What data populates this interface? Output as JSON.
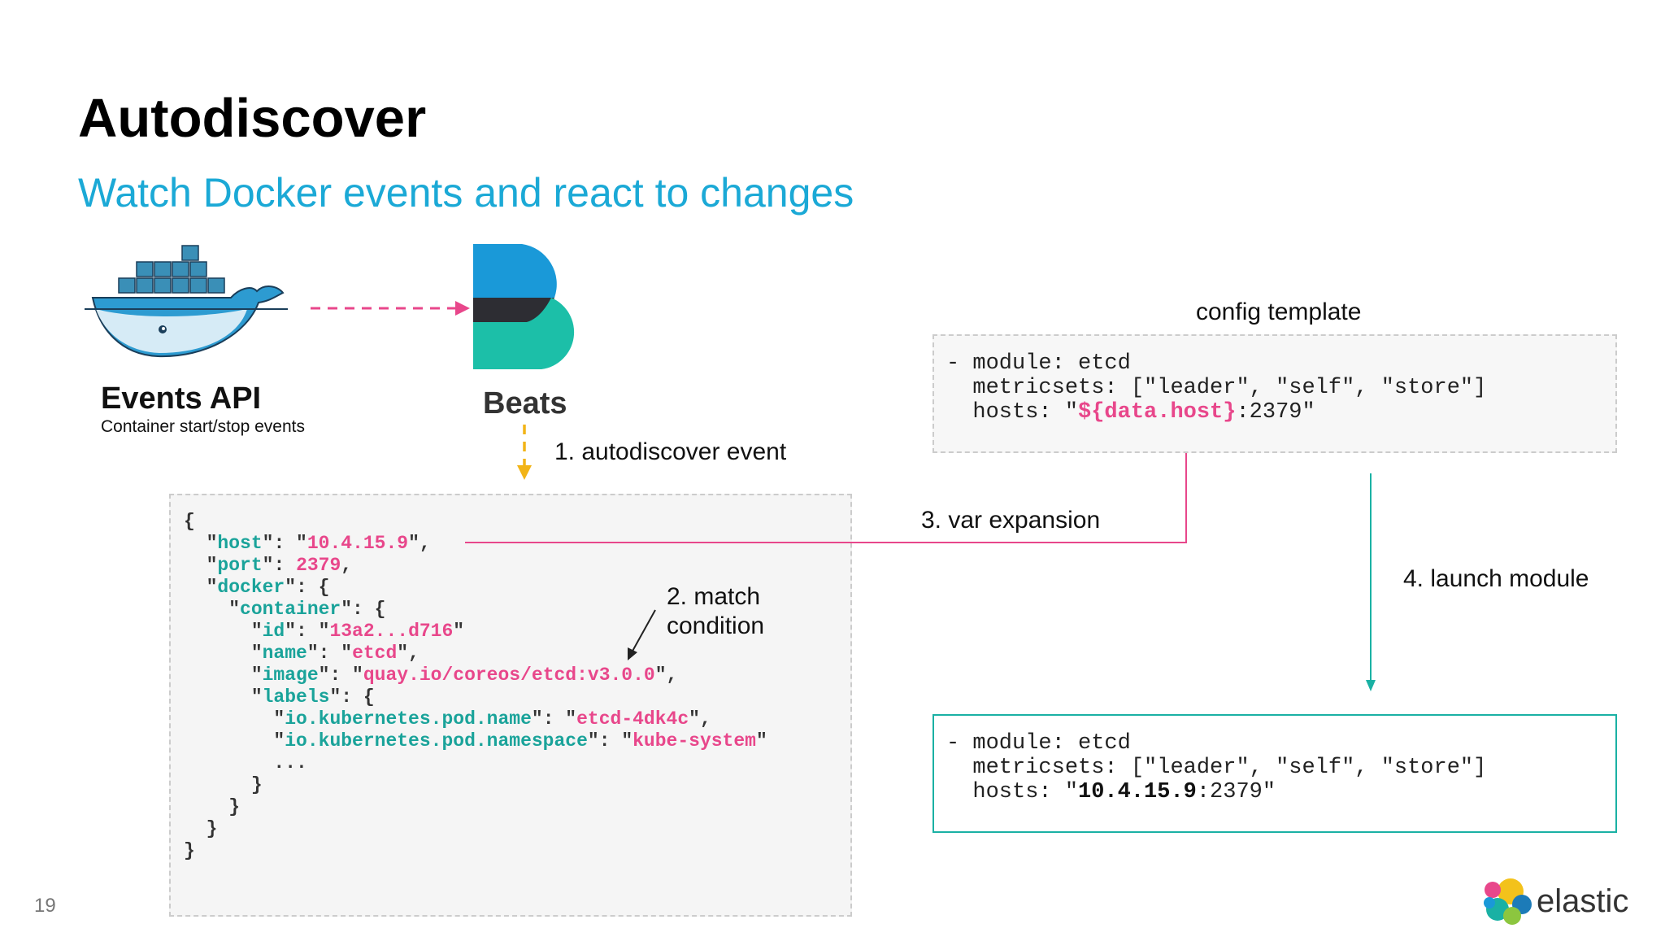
{
  "slide": {
    "title": "Autodiscover",
    "subtitle": "Watch Docker events and react to changes",
    "page_number": "19",
    "brand": "elastic"
  },
  "events_api": {
    "title": "Events API",
    "subtitle": "Container start/stop events",
    "icon": "docker-whale-icon"
  },
  "beats": {
    "title": "Beats",
    "icon": "beats-logo-icon"
  },
  "steps": {
    "step1": "1. autodiscover event",
    "step2_line1": "2. match",
    "step2_line2": "condition",
    "step3": "3. var expansion",
    "step4": "4. launch module"
  },
  "config_template": {
    "label": "config template",
    "line1": "- module: etcd",
    "line2": "metricsets: [\"leader\", \"self\", \"store\"]",
    "line3_prefix": "hosts: \"",
    "line3_var": "${data.host}",
    "line3_suffix": ":2379\""
  },
  "launched_config": {
    "line1": "- module: etcd",
    "line2": "metricsets: [\"leader\", \"self\", \"store\"]",
    "line3_prefix": "hosts: \"",
    "line3_host": "10.4.15.9",
    "line3_suffix": ":2379\""
  },
  "event_json": {
    "open": "{",
    "host_key": "host",
    "host_val": "10.4.15.9",
    "port_key": "port",
    "port_val": "2379",
    "docker_key": "docker",
    "container_key": "container",
    "id_key": "id",
    "id_val": "13a2...d716",
    "name_key": "name",
    "name_val": "etcd",
    "image_key": "image",
    "image_val": "quay.io/coreos/etcd:v3.0.0",
    "labels_key": "labels",
    "label1_key": "io.kubernetes.pod.name",
    "label1_val": "etcd-4dk4c",
    "label2_key": "io.kubernetes.pod.namespace",
    "label2_val": "kube-system",
    "ellipsis": "...",
    "close": "}"
  },
  "colors": {
    "accent_blue": "#1ba9d6",
    "pink": "#e8478b",
    "teal": "#1ab1a4",
    "yellow": "#f2b417"
  }
}
